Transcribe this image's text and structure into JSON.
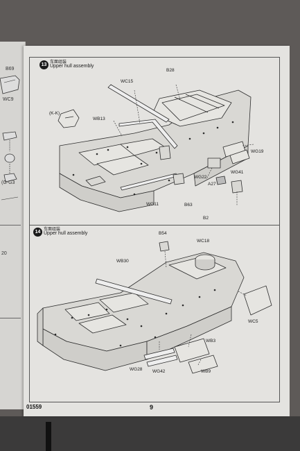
{
  "left_page": {
    "labels": [
      "B69",
      "WC9",
      "(G-G3",
      "20"
    ]
  },
  "steps": [
    {
      "number": "13",
      "title_cn": "车面组装",
      "title_en": "Upper hull assembly",
      "parts": [
        "B28",
        "WC15",
        "(K-K)",
        "WB13",
        "WG19",
        "WG22",
        "WG41",
        "A27",
        "WG11",
        "B63",
        "B2"
      ]
    },
    {
      "number": "14",
      "title_cn": "车面组装",
      "title_en": "Upper hull assembly",
      "parts": [
        "B54",
        "WC18",
        "WB30",
        "WC5",
        "WB3",
        "WG28",
        "WG42",
        "WB9"
      ]
    }
  ],
  "footer": {
    "code": "01559",
    "page_number": "9"
  }
}
